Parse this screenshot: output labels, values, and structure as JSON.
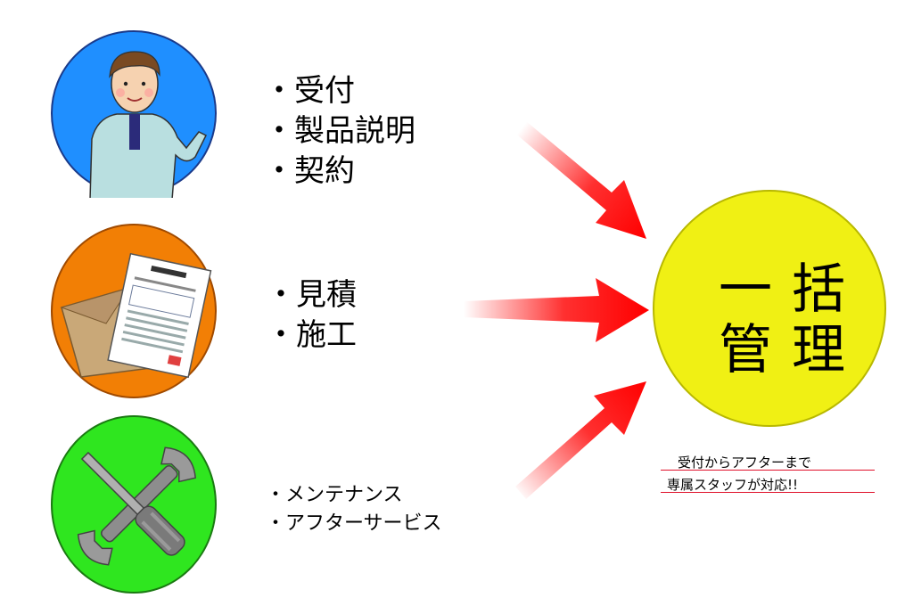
{
  "groups": [
    {
      "icon": "salesperson-icon",
      "color": "#1f8fff",
      "items": [
        "・受付",
        "・製品説明",
        "・契約"
      ]
    },
    {
      "icon": "estimate-document-icon",
      "color": "#f27f05",
      "items": [
        "・見積",
        "・施工"
      ]
    },
    {
      "icon": "wrench-screwdriver-icon",
      "color": "#2fe61f",
      "items": [
        "・メンテナンス",
        "・アフターサービス"
      ]
    }
  ],
  "hub": {
    "line1": "一括",
    "line2": "管理",
    "color": "#f0f014"
  },
  "caption": {
    "line1": "受付からアフターまで",
    "line2": "専属スタッフが対応!!"
  },
  "colors": {
    "arrow": "#ff1010",
    "underline": "#e0102a"
  }
}
